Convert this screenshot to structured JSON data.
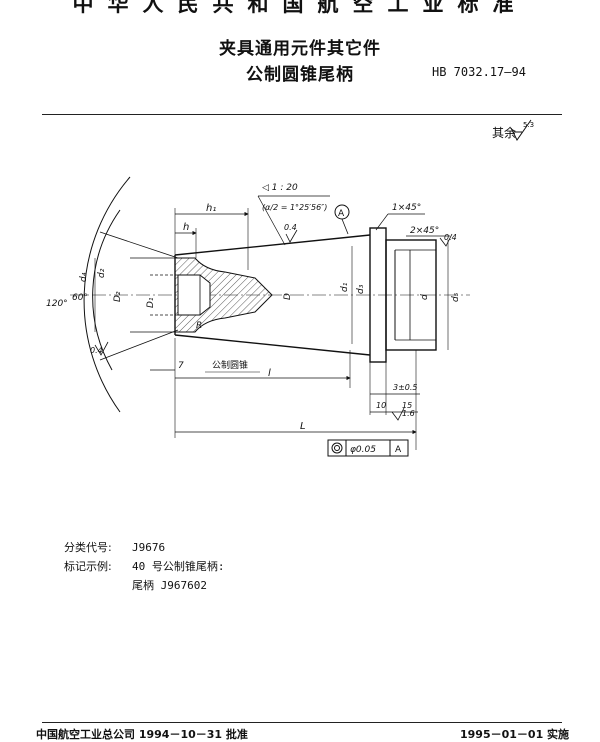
{
  "header": {
    "standard_title": "中华人民共和国航空工业标准",
    "title_line1": "夹具通用元件其它件",
    "title_line2": "公制圆锥尾柄",
    "standard_code": "HB 7032.17—94"
  },
  "surface_note": {
    "label": "其余",
    "roughness_value": "5.3"
  },
  "drawing": {
    "taper_ratio": "◁ 1 : 20",
    "taper_angle": "(α/2 = 1°25′56″)",
    "chamfer_1": "1×45°",
    "chamfer_2": "2×45°",
    "datum": "A",
    "roughness_a": "0.4",
    "roughness_b": "0.4",
    "roughness_c": "0.4",
    "roughness_d": "1.6",
    "label_h1": "h₁",
    "label_h": "h",
    "label_d1": "d₁",
    "label_d2": "d₂",
    "label_d3": "d₃",
    "label_d4": "d₄",
    "label_d5": "d₅",
    "label_d": "d",
    "label_D": "D",
    "label_D1": "D₁",
    "label_D2": "D₂",
    "label_R": "R",
    "label_7": "7",
    "label_l": "l",
    "label_L": "L",
    "metric_taper": "公制圆锥",
    "angle_120": "120°",
    "angle_60": "60°",
    "dim_3": "3±0.5",
    "dim_10": "10",
    "dim_15": "15",
    "tolerance_value": "φ0.05",
    "tolerance_datum": "A"
  },
  "info": {
    "class_label": "分类代号:",
    "class_value": "J9676",
    "example_label": "标记示例:",
    "example_line1": "40 号公制锥尾柄:",
    "example_line2": "尾柄  J967602"
  },
  "footer": {
    "left": "中国航空工业总公司 1994－10－31 批准",
    "right": "1995－01－01 实施"
  }
}
